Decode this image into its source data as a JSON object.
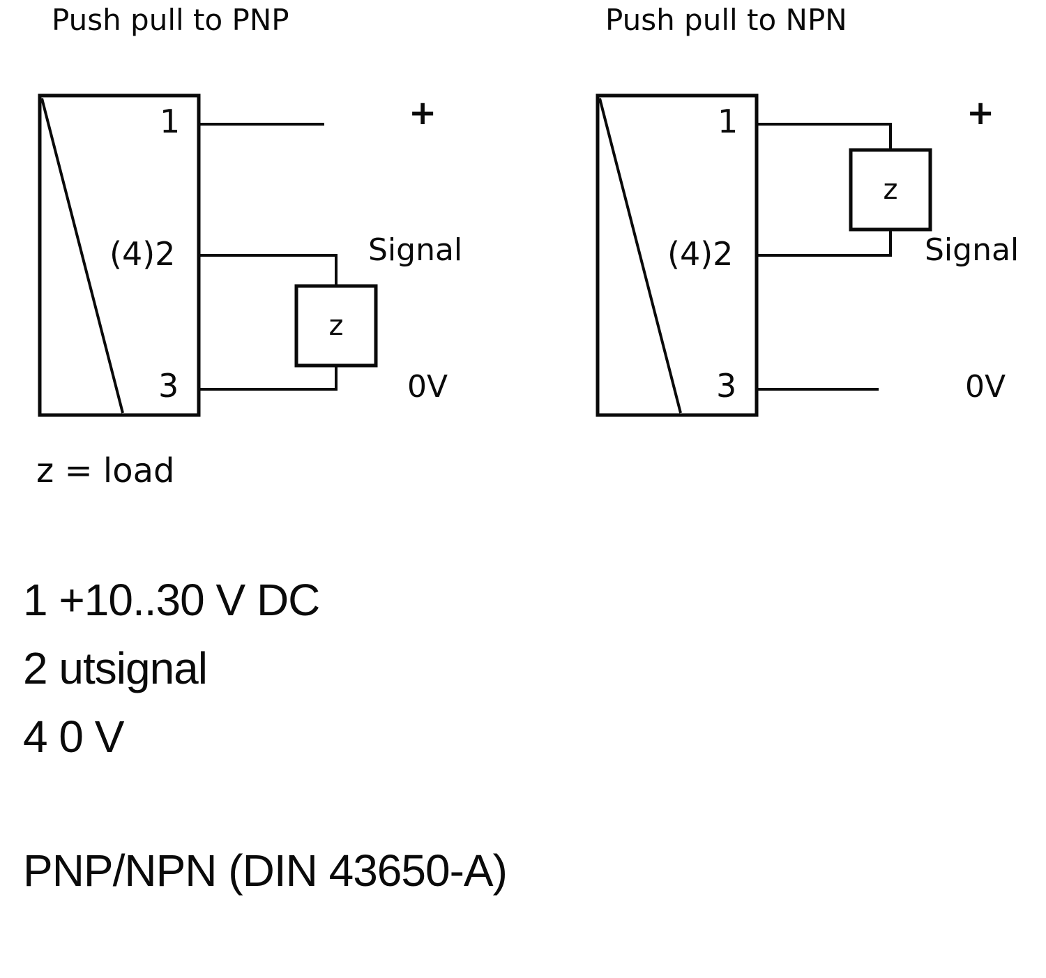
{
  "left": {
    "title": "Push pull to PNP",
    "pin1": "1",
    "pin2": "(4)2",
    "pin3": "3",
    "load": "z",
    "plus": "+",
    "signal": "Signal",
    "zero_v": "0V"
  },
  "right": {
    "title": "Push pull to NPN",
    "pin1": "1",
    "pin2": "(4)2",
    "pin3": "3",
    "load": "z",
    "plus": "+",
    "signal": "Signal",
    "zero_v": "0V"
  },
  "legend": "z = load",
  "pin_list": [
    "1 +10..30 V DC",
    "2 utsignal",
    "4 0 V"
  ],
  "footer": "PNP/NPN (DIN 43650-A)"
}
